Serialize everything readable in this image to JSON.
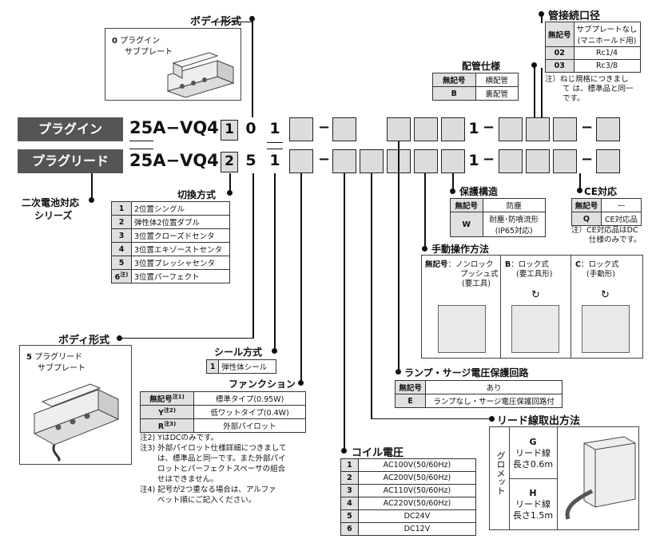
{
  "codes": {
    "series1": "プラグイン",
    "series2": "プラグリード",
    "model": "25A−VQ4",
    "row1_digits": [
      "1",
      "0",
      "1"
    ],
    "row2_digits": [
      "2",
      "5",
      "1"
    ],
    "fixed_1": "1",
    "dash": "−"
  },
  "body_plugin": {
    "heading": "ボディ形式",
    "code": "0",
    "label_line1": "プラグイン",
    "label_line2": "サブプレート"
  },
  "body_plugl": {
    "heading": "ボディ形式",
    "code": "5",
    "label_line1": "プラグリード",
    "label_line2": "サブプレート"
  },
  "secondary_battery": {
    "line1": "二次電池対応",
    "line2": "シリーズ"
  },
  "switching": {
    "heading": "切換方式",
    "rows": [
      {
        "code": "1",
        "text": "2位置シングル"
      },
      {
        "code": "2",
        "text": "弾性体2位置ダブル"
      },
      {
        "code": "3",
        "text": "3位置クローズドセンタ"
      },
      {
        "code": "4",
        "text": "3位置エキゾーストセンタ"
      },
      {
        "code": "5",
        "text": "3位置プレッシャセンタ"
      },
      {
        "code": "6",
        "sup": "注)",
        "text": "3位置パーフェクト"
      }
    ]
  },
  "seal": {
    "heading": "シール方式",
    "rows": [
      {
        "code": "1",
        "text": "弾性体シール"
      }
    ]
  },
  "function": {
    "heading": "ファンクション",
    "rows": [
      {
        "code": "無記号",
        "sup": "注1)",
        "text": "標準タイプ(0.95W)"
      },
      {
        "code": "Y",
        "sup": "注2)",
        "text": "低ワットタイプ(0.4W)"
      },
      {
        "code": "R",
        "sup": "注3)",
        "text": "外部パイロット"
      }
    ],
    "notes": [
      "注2) YはDCのみです。",
      "注3) 外部パイロット仕様詳細につきまして",
      "は、標準品と同一です。また外部パイ",
      "ロットとパーフェクトスペーサの組合",
      "せはできません。",
      "注4) 記号が2つ重なる場合は、アルファ",
      "ベット順にご記入ください。"
    ]
  },
  "coil": {
    "heading": "コイル電圧",
    "rows": [
      {
        "code": "1",
        "text": "AC100V(50/60Hz)"
      },
      {
        "code": "2",
        "text": "AC200V(50/60Hz)"
      },
      {
        "code": "3",
        "text": "AC110V(50/60Hz)"
      },
      {
        "code": "4",
        "text": "AC220V(50/60Hz)"
      },
      {
        "code": "5",
        "text": "DC24V"
      },
      {
        "code": "6",
        "text": "DC12V"
      }
    ]
  },
  "lamp": {
    "heading": "ランプ・サージ電圧保護回路",
    "rows": [
      {
        "code": "無記号",
        "text": "あり"
      },
      {
        "code": "E",
        "text": "ランプなし・サージ電圧保護回路付"
      }
    ]
  },
  "lead": {
    "heading": "リード線取出方法",
    "side_label": "グロメット",
    "rows": [
      {
        "code": "G",
        "line1": "リード線",
        "line2": "長さ0.6m"
      },
      {
        "code": "H",
        "line1": "リード線",
        "line2": "長さ1.5m"
      }
    ]
  },
  "protection": {
    "heading": "保護構造",
    "rows": [
      {
        "code": "無記号",
        "text": "防塵"
      },
      {
        "code": "W",
        "text": "耐塵･防噴流形",
        "text2": "(IP65対応)"
      }
    ]
  },
  "manual": {
    "heading": "手動操作方法",
    "options": [
      {
        "code": "無記号",
        "line1": "：ノンロック",
        "line2": "プッシュ式",
        "line3": "(要工具)"
      },
      {
        "code": "B",
        "line1": "：ロック式",
        "line2": "(要工具形)"
      },
      {
        "code": "C",
        "line1": "：ロック式",
        "line2": "(手動形)"
      }
    ]
  },
  "piping": {
    "heading": "配管仕様",
    "rows": [
      {
        "code": "無記号",
        "text": "横配管"
      },
      {
        "code": "B",
        "text": "裏配管"
      }
    ]
  },
  "port": {
    "heading": "管接続口径",
    "rows": [
      {
        "code": "無記号",
        "text": "サブプレートなし",
        "text2": "(マニホールド用)"
      },
      {
        "code": "02",
        "text": "Rc1/4"
      },
      {
        "code": "03",
        "text": "Rc3/8"
      }
    ],
    "notes": [
      "注）ねじ規格につきまし",
      "て は、標準品と同一",
      "です。"
    ]
  },
  "ce": {
    "heading": "CE対応",
    "rows": [
      {
        "code": "無記号",
        "text": "—"
      },
      {
        "code": "Q",
        "text": "CE対応品"
      }
    ],
    "notes": [
      "注）CE対応品はDC",
      "仕様のみです。"
    ]
  }
}
